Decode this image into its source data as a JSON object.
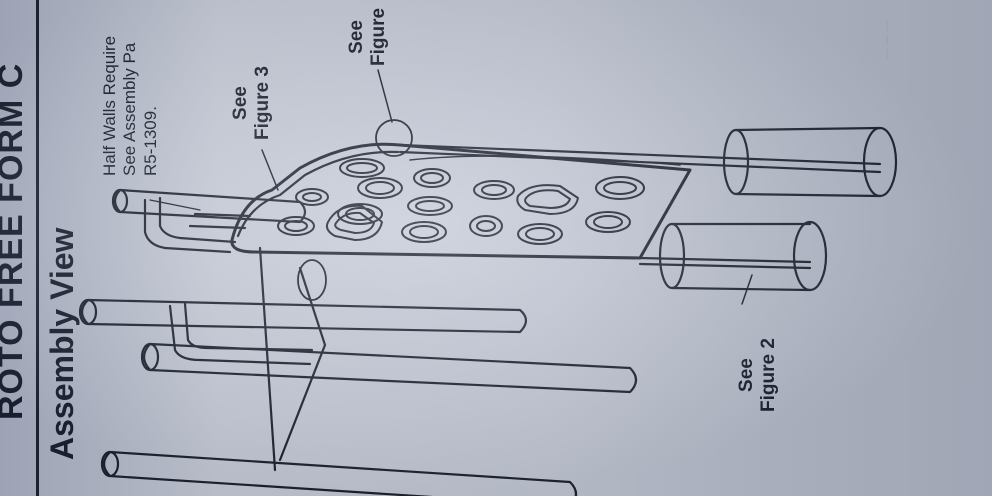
{
  "header": {
    "title": "ROTO FREE FORM C"
  },
  "section": {
    "title": "Assembly View"
  },
  "notes": {
    "line1": "Half Walls Require",
    "line2": "See Assembly Pa",
    "line3": "R5-1309."
  },
  "callouts": {
    "figure_top": {
      "line1": "See",
      "line2": "Figure"
    },
    "figure_3": {
      "line1": "See",
      "line2": "Figure 3"
    },
    "figure_2": {
      "line1": "See",
      "line2": "Figure 2"
    }
  },
  "colors": {
    "ink": "#1a2030",
    "paper": "#c4c9d7"
  }
}
